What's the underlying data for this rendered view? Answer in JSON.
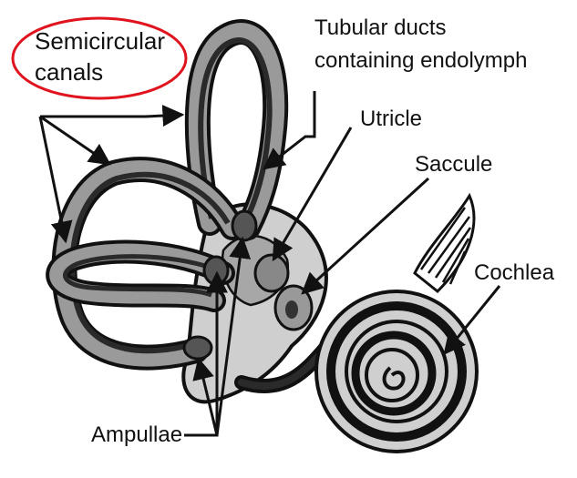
{
  "labels": {
    "semicircular_line1": "Semicircular",
    "semicircular_line2": "canals",
    "tubular_line1": "Tubular ducts",
    "tubular_line2": "containing endolymph",
    "utricle": "Utricle",
    "saccule": "Saccule",
    "cochlea": "Cochlea",
    "ampullae": "Ampullae"
  },
  "colors": {
    "highlight_ellipse": "#e0141e",
    "ink": "#111111",
    "canal_fill": "#9a9a9a",
    "duct_dark": "#2a2a2a",
    "vestibule_fill": "#cfcfcf",
    "background": "#ffffff"
  },
  "highlight": {
    "target": "semicircular_canals_label",
    "shape": "ellipse"
  }
}
